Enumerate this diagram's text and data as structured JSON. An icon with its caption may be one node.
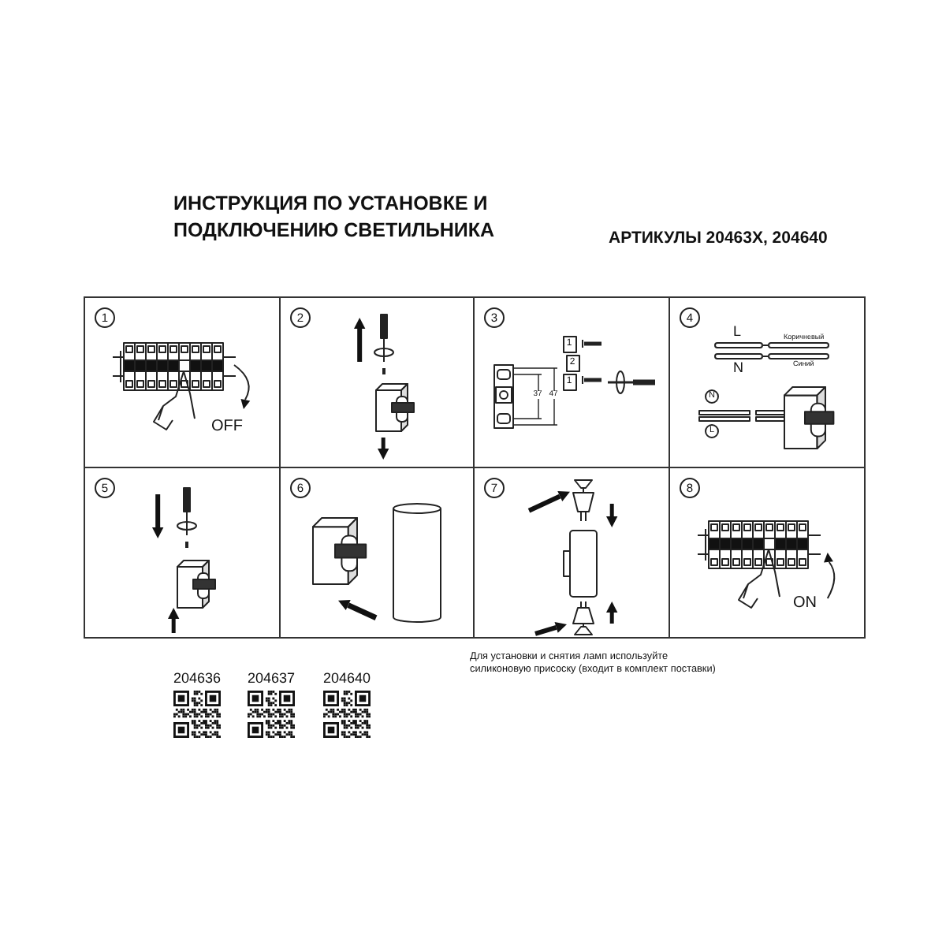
{
  "diagram": {
    "title": "ИНСТРУКЦИЯ ПО УСТАНОВКЕ И ПОДКЛЮЧЕНИЮ СВЕТИЛЬНИКА",
    "nodes": [
      {
        "text": [],
        "shape": "box"
      },
      {
        "text": [
          "1"
        ],
        "in": 0
      },
      {
        "text": [],
        "shape": "box"
      },
      {
        "text": [
          "2"
        ],
        "in": 2
      },
      {
        "text": [],
        "shape": "box"
      },
      {
        "text": [
          "3"
        ],
        "in": 4
      },
      {
        "text": [],
        "shape": "box"
      },
      {
        "text": [
          "4"
        ],
        "in": 6
      },
      {
        "text": [
          "N"
        ],
        "in": 6
      },
      {
        "text": [
          "L"
        ],
        "in": 6
      },
      {
        "text": [],
        "shape": "box"
      },
      {
        "text": [
          "5"
        ],
        "in": 10
      },
      {
        "text": [],
        "shape": "box"
      },
      {
        "text": [
          "6"
        ],
        "in": 12
      },
      {
        "text": [],
        "shape": "box"
      },
      {
        "text": [
          "7"
        ],
        "in": 14
      },
      {
        "text": [],
        "shape": "box"
      },
      {
        "text": [
          "8"
        ],
        "in": 16
      }
    ],
    "labels": [
      "АРТИКУЛЫ 20463X, 204640",
      "OFF",
      "1",
      "2",
      "1",
      "37",
      "47",
      "L",
      "Коричневый",
      "N",
      "Синий",
      "ON",
      "204636",
      "204637",
      "204640",
      "Для установки и снятия ламп используйте силиконовую присоску (входит в комплект поставки)"
    ]
  }
}
